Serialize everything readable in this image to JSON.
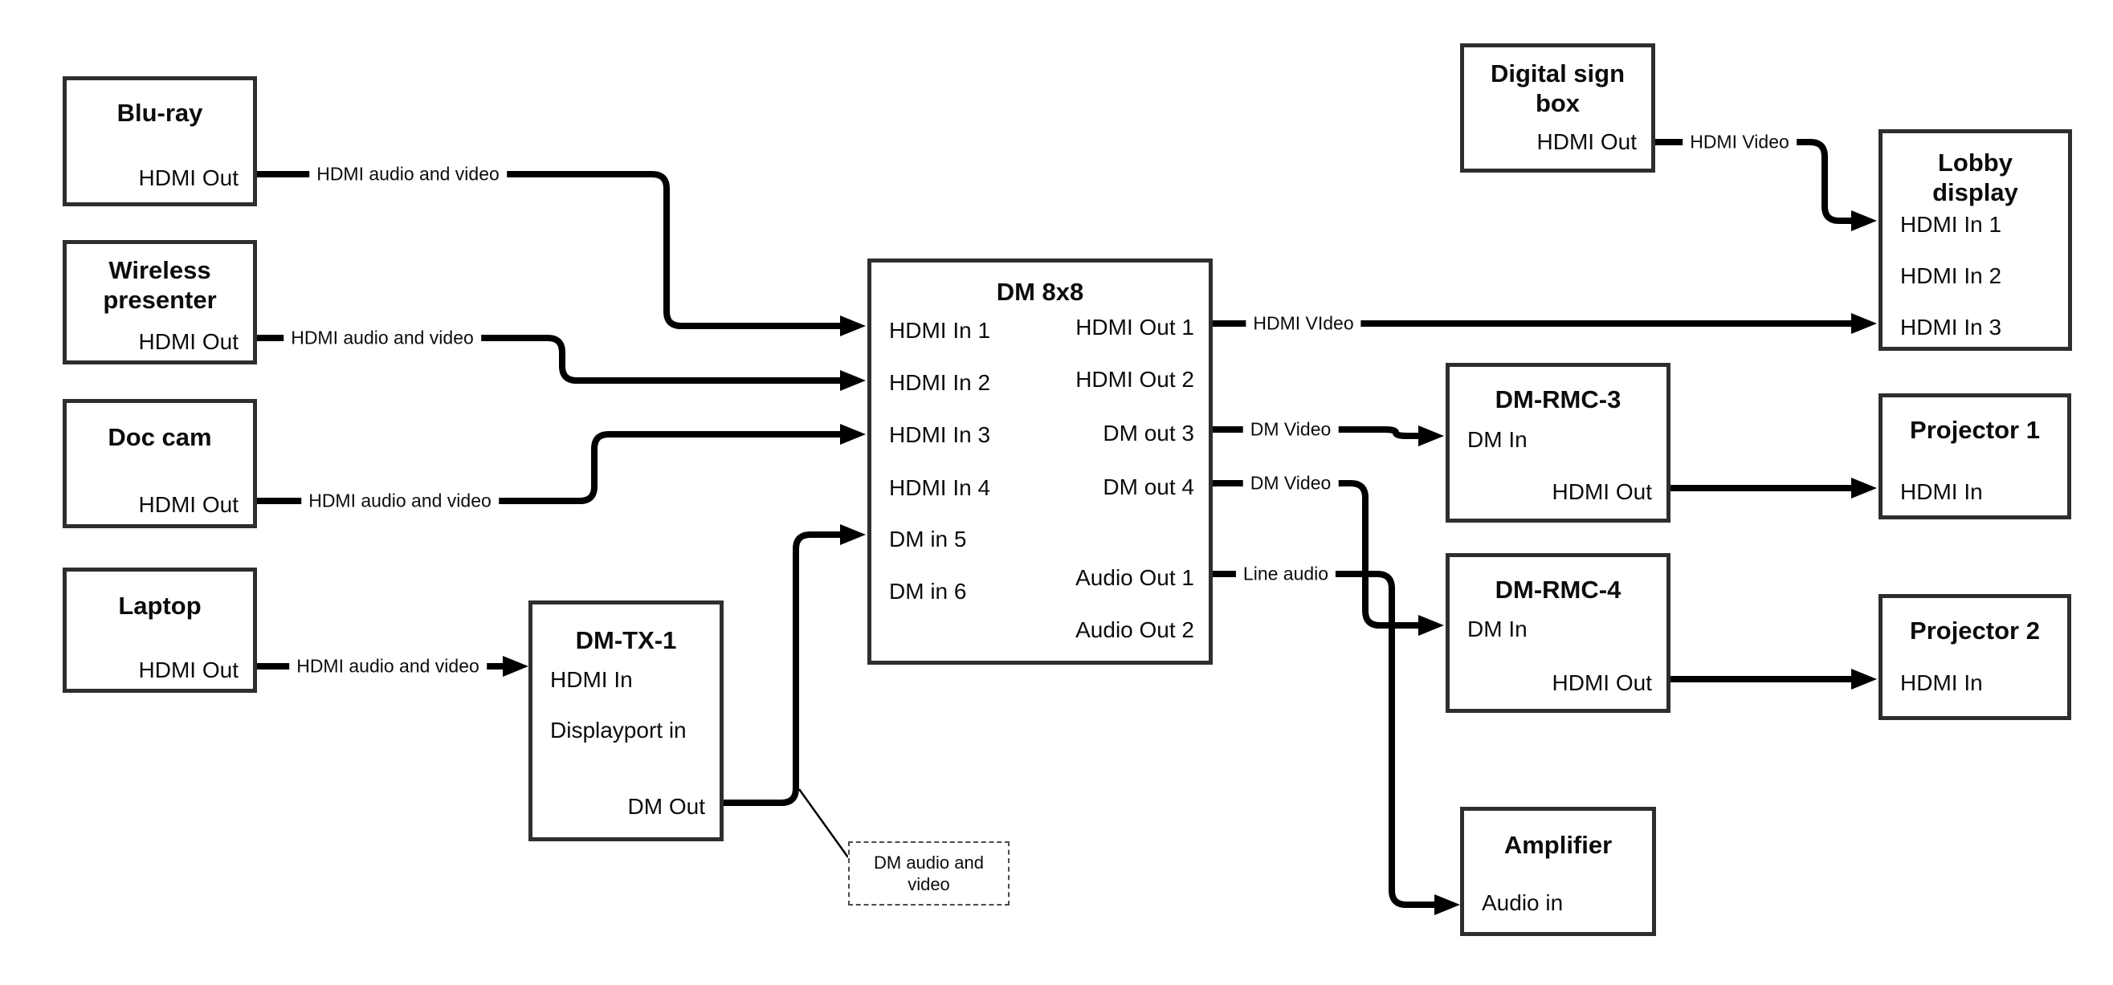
{
  "colors": {
    "wire": "#000000",
    "box_border": "#2e2e2e",
    "background": "#ffffff"
  },
  "boxes": {
    "bluray": {
      "title": "Blu-ray",
      "port_hdmi_out": "HDMI Out"
    },
    "wireless_presenter": {
      "title": "Wireless presenter",
      "port_hdmi_out": "HDMI Out"
    },
    "doc_cam": {
      "title": "Doc cam",
      "port_hdmi_out": "HDMI Out"
    },
    "laptop": {
      "title": "Laptop",
      "port_hdmi_out": "HDMI Out"
    },
    "dm_tx_1": {
      "title": "DM-TX-1",
      "port_hdmi_in": "HDMI In",
      "port_displayport_in": "Displayport in",
      "port_dm_out": "DM Out"
    },
    "dm_8x8": {
      "title": "DM 8x8",
      "inputs": [
        "HDMI In 1",
        "HDMI In 2",
        "HDMI In 3",
        "HDMI In 4",
        "DM in 5",
        "DM in 6"
      ],
      "outputs": [
        "HDMI Out 1",
        "HDMI Out 2",
        "DM out 3",
        "DM out 4",
        "Audio Out 1",
        "Audio Out 2"
      ]
    },
    "digital_sign_box": {
      "title": "Digital sign box",
      "port_hdmi_out": "HDMI Out"
    },
    "lobby_display": {
      "title": "Lobby display",
      "inputs": [
        "HDMI In 1",
        "HDMI In 2",
        "HDMI In 3"
      ]
    },
    "dm_rmc_3": {
      "title": "DM-RMC-3",
      "port_dm_in": "DM In",
      "port_hdmi_out": "HDMI Out"
    },
    "dm_rmc_4": {
      "title": "DM-RMC-4",
      "port_dm_in": "DM In",
      "port_hdmi_out": "HDMI Out"
    },
    "projector_1": {
      "title": "Projector 1",
      "port_hdmi_in": "HDMI In"
    },
    "projector_2": {
      "title": "Projector 2",
      "port_hdmi_in": "HDMI In"
    },
    "amplifier": {
      "title": "Amplifier",
      "port_audio_in": "Audio in"
    }
  },
  "wire_labels": {
    "bluray_link": "HDMI audio and video",
    "wireless_link": "HDMI audio and video",
    "doc_cam_link": "HDMI audio and video",
    "laptop_link": "HDMI audio and video",
    "hdmi_out1_link": "HDMI VIdeo",
    "dm_out3_link": "DM Video",
    "dm_out4_link": "DM Video",
    "audio_out1_link": "Line audio",
    "digital_sign_link": "HDMI Video"
  },
  "annotation": {
    "text": "DM audio and video"
  }
}
